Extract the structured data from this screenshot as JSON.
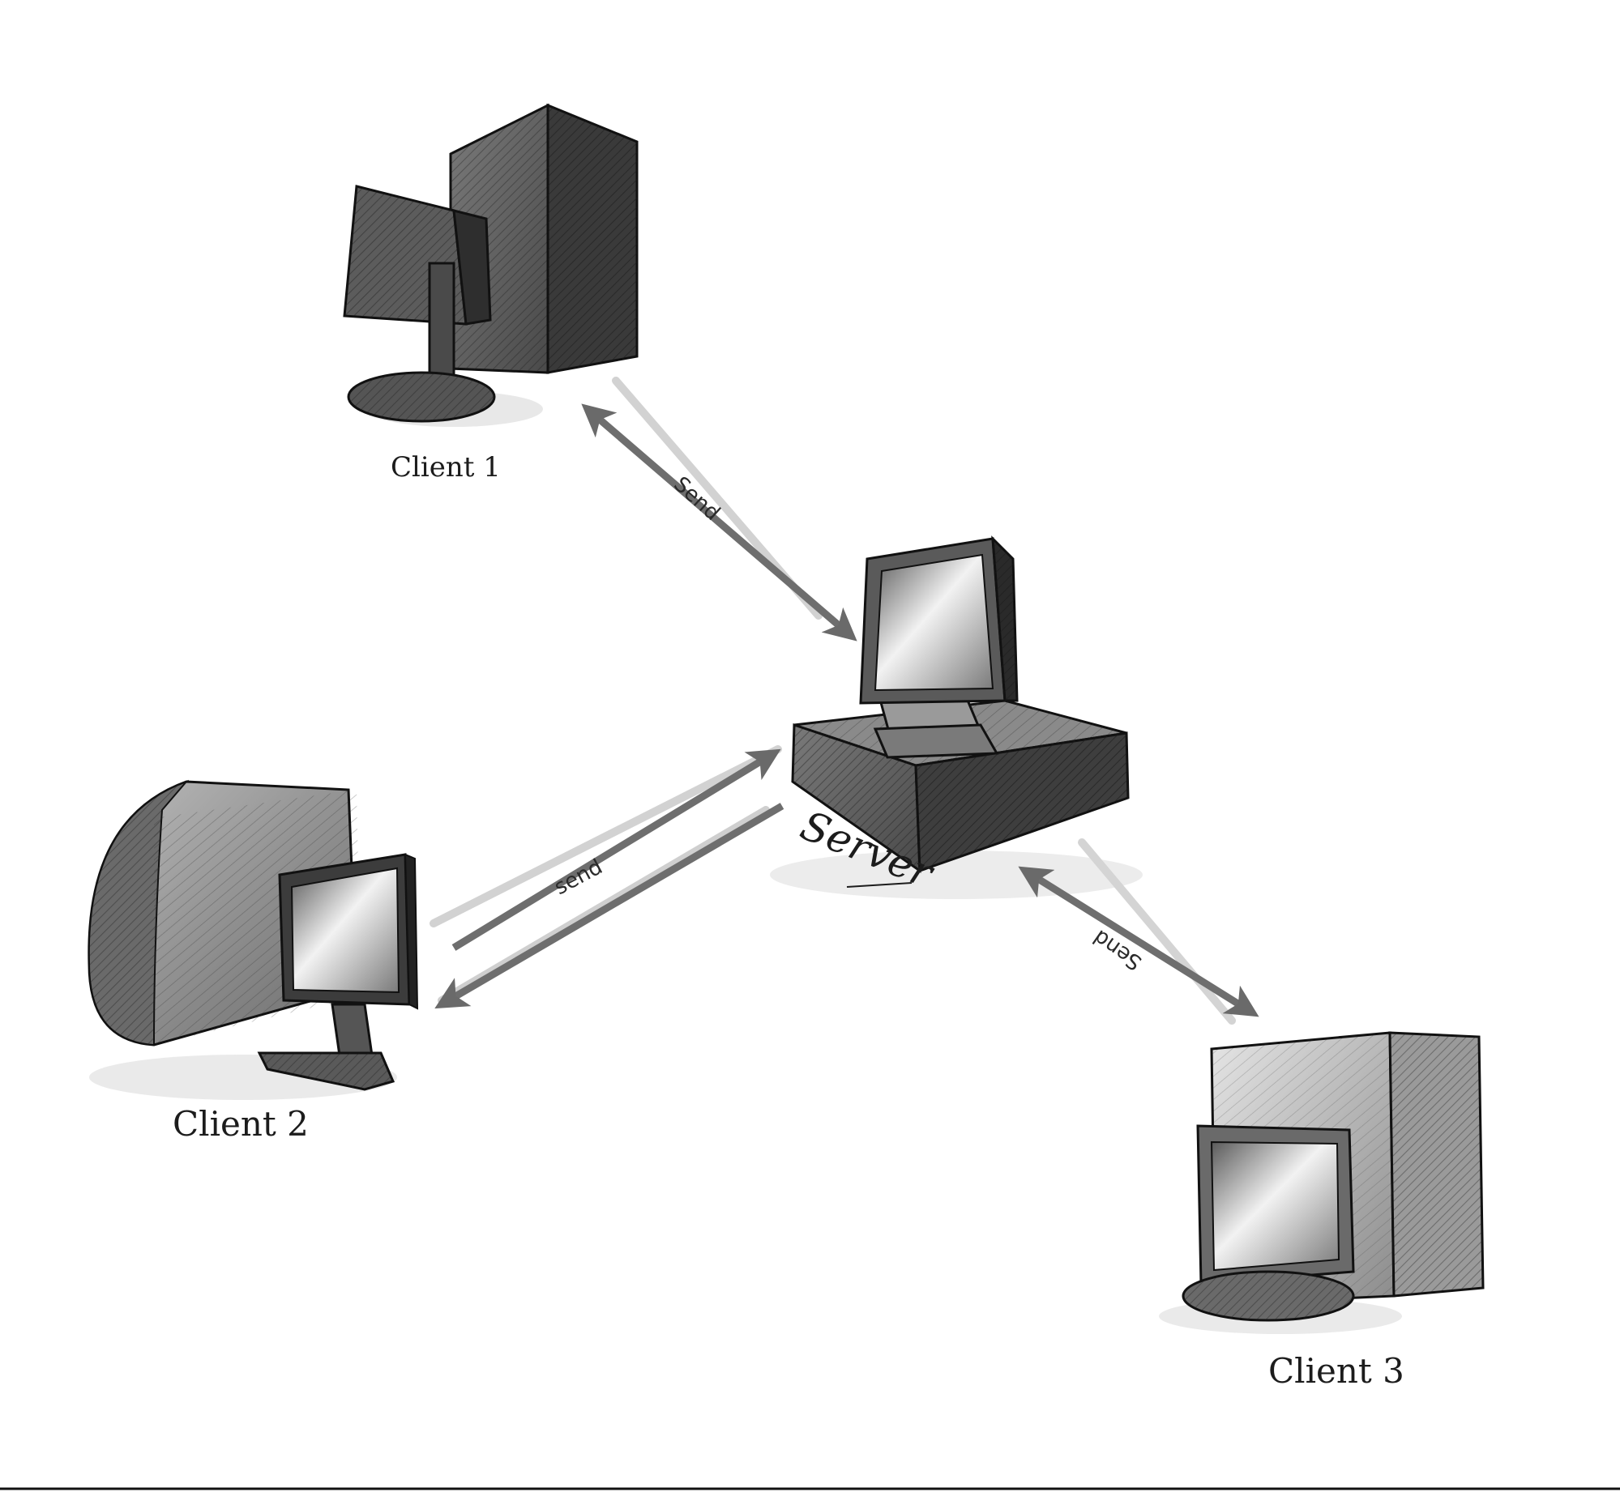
{
  "nodes": {
    "client1": {
      "label": "Client 1"
    },
    "client2": {
      "label": "Client 2"
    },
    "client3": {
      "label": "Client 3"
    },
    "server": {
      "label": "Server"
    }
  },
  "links": {
    "client1_server": {
      "label": "Send"
    },
    "client2_server": {
      "label": "send"
    },
    "server_client3": {
      "label": "Send"
    }
  },
  "colors": {
    "ink": "#1c1c1c",
    "arrow": "#707070",
    "arrow_faint": "#cfcfcf"
  }
}
